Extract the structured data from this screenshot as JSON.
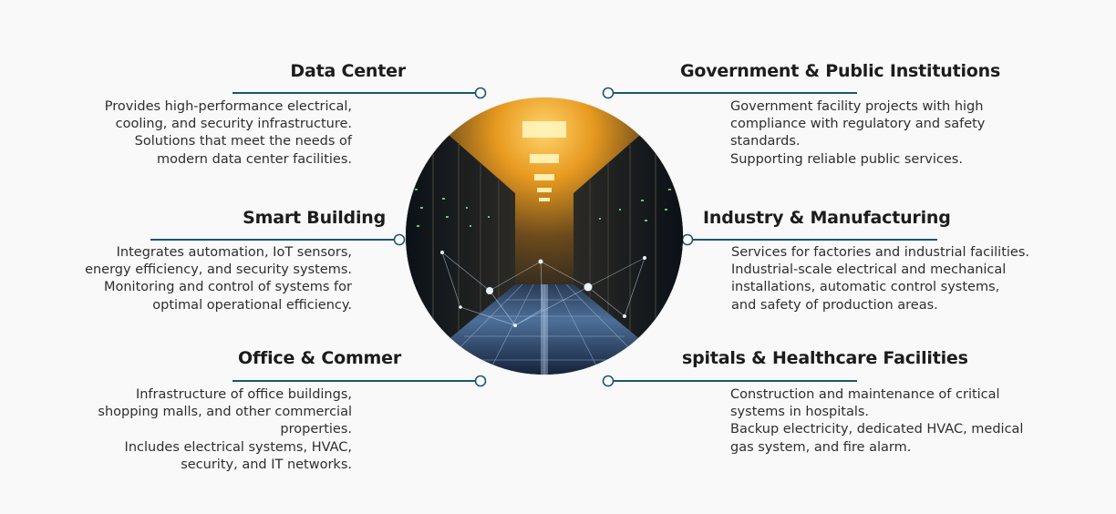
{
  "colors": {
    "background": "#f9f9f9",
    "connector": "#1d5670",
    "title": "#1c1c1c",
    "text": "#2e2e2e",
    "hub_glow": "#f3a21a",
    "hub_floor": "#5f89b5"
  },
  "center_image": {
    "icon": "server-room-image"
  },
  "sectors": {
    "data_center": {
      "title": "Data Center",
      "lines": [
        "Provides high-performance electrical,",
        "cooling, and security infrastructure.",
        "Solutions that meet the needs of",
        "modern data center facilities."
      ]
    },
    "smart_building": {
      "title": "Smart Building",
      "lines": [
        "Integrates automation, IoT sensors,",
        "energy efficiency, and security systems.",
        "Monitoring and control of systems for",
        "optimal operational efficiency."
      ]
    },
    "office": {
      "title": "Office & Commer",
      "lines": [
        "Infrastructure of office buildings,",
        "shopping malls, and other commercial",
        "properties.",
        "Includes electrical systems, HVAC,",
        "security, and IT networks."
      ]
    },
    "government": {
      "title": "Government & Public Institutions",
      "lines": [
        "Government facility projects with high",
        "compliance with regulatory and safety",
        "standards.",
        "Supporting reliable public services."
      ]
    },
    "industry": {
      "title": "Industry & Manufacturing",
      "lines": [
        "Services for factories and industrial facilities.",
        "Industrial-scale electrical and mechanical",
        "installations, automatic control systems,",
        "and safety of production areas."
      ]
    },
    "hospitals": {
      "title": "spitals & Healthcare Facilities",
      "lines": [
        "Construction and maintenance of critical",
        "systems in hospitals.",
        "Backup electricity, dedicated HVAC, medical",
        "gas system, and fire alarm."
      ]
    }
  }
}
